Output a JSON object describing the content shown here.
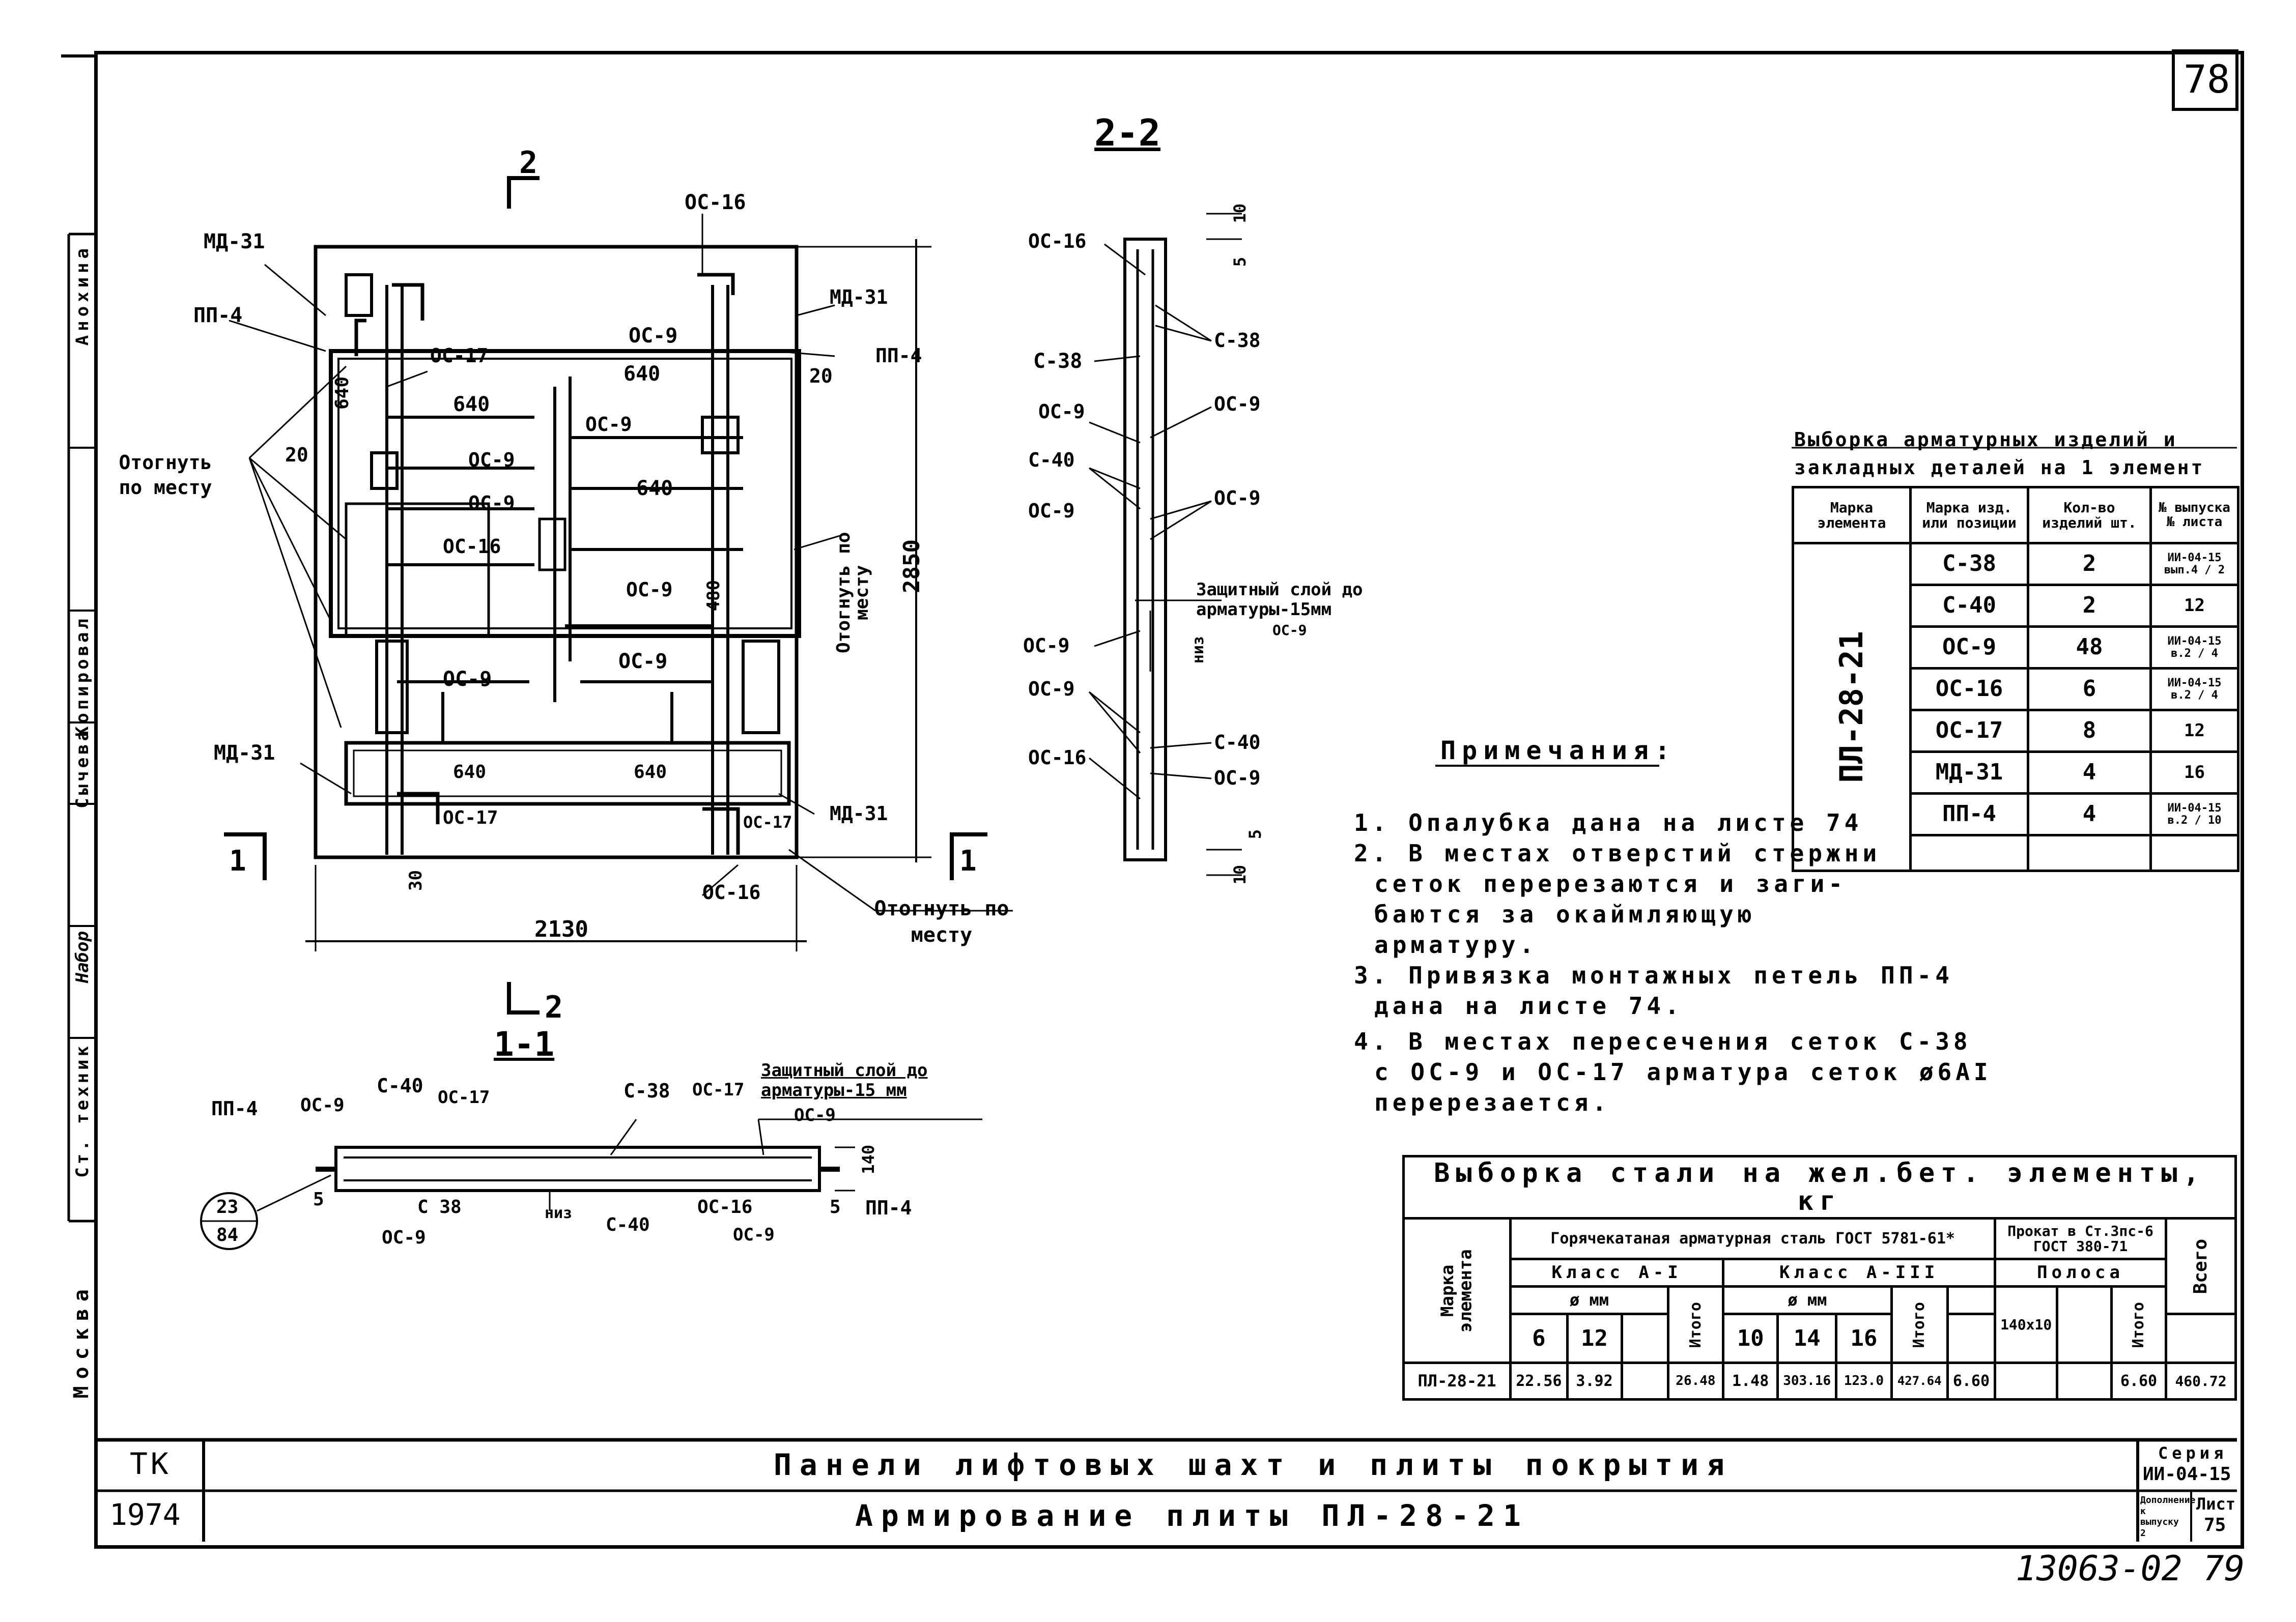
{
  "sheet": {
    "page_number": "78",
    "stamp_number": "13063-02 79",
    "city": "Москва"
  },
  "side_stamp": {
    "position": "Ст. техник",
    "name1": "Набор",
    "role2": "Сычева",
    "role3": "Копировал",
    "name4": "Анохина"
  },
  "section_labels": {
    "section_2_2": "2-2",
    "section_1_1": "1-1",
    "cut_2_top": "2",
    "cut_2_bottom": "2",
    "cut_1_left": "1",
    "cut_1_right": "1"
  },
  "plan_labels": {
    "md31_tl": "МД-31",
    "pp4_tl": "ПП-4",
    "os17_tl": "ОС-17",
    "os16_top": "ОС-16",
    "os9_top": "ОС-9",
    "md31_tr": "МД-31",
    "pp4_tr": "ПП-4",
    "dim20_r": "20",
    "dim640_a": "640",
    "dim640_b": "640",
    "os9_b": "ОС-9",
    "dim640_c": "640",
    "os9_c": "ОС-9",
    "os9_d": "ОС-9",
    "os16_mid": "ОС-16",
    "os9_e": "ОС-9",
    "os9_f": "ОС-9",
    "os9_g": "ОС-9",
    "dim640_d": "640",
    "dim640_e": "640",
    "md31_bl": "МД-31",
    "md31_br": "МД-31",
    "os17_bl": "ОС-17",
    "os17_br": "ОС-17",
    "os16_bot": "ОС-16",
    "dim20_l": "20",
    "dim640_v": "640",
    "dim480": "480",
    "dim30": "30",
    "bend_left": "Отогнуть по месту",
    "bend_right_v": "Отогнуть по месту",
    "bend_bottom": "Отогнуть по месту",
    "dim2850": "2850",
    "dim2130": "2130"
  },
  "sec22_labels": {
    "os16_a": "ОС-16",
    "s38_a": "С-38",
    "s38_b": "С-38",
    "os9_a": "ОС-9",
    "os9_b": "ОС-9",
    "s40_a": "С-40",
    "os9_c": "ОС-9",
    "os9_d": "ОС-9",
    "cover": "Защитный слой до арматуры-15мм",
    "cover_sub": "ОС-9",
    "niz": "низ",
    "os9_e": "ОС-9",
    "os9_f": "ОС-9",
    "s40_b": "С-40",
    "os16_b": "ОС-16",
    "os9_g": "ОС-9",
    "dim10_top": "10",
    "dim5_top": "5",
    "dim10_bot": "10",
    "dim5_bot": "5"
  },
  "sec11_labels": {
    "pp4_l": "ПП-4",
    "os9_l": "ОС-9",
    "s40_a": "С-40",
    "os17_a": "ОС-17",
    "s38_t": "С-38",
    "os17_b": "ОС-17",
    "cover": "Защитный слой до арматуры-15 мм",
    "os9_r": "ОС-9",
    "dim140": "140",
    "dim5_l": "5",
    "s38_b": "С 38",
    "os9_b": "ОС-9",
    "niz": "низ",
    "s40_b": "С-40",
    "os16": "ОС-16",
    "os9_c": "ОС-9",
    "dim5_r": "5",
    "pp4_r": "ПП-4",
    "ref_top": "23",
    "ref_bot": "84"
  },
  "notes": {
    "title": "Примечания:",
    "lines": [
      "1. Опалубка дана на листе 74",
      "2. В местах отверстий стержни",
      "сеток перерезаются и заги-",
      "баются за окаймляющую",
      "арматуру.",
      "3. Привязка монтажных петель ПП-4",
      "дана на листе 74.",
      "4. В местах пересечения сеток С-38",
      "с ОС-9 и ОС-17 арматура сеток ø6АI",
      "перерезается."
    ]
  },
  "rebar_table": {
    "title1": "Выборка арматурных изделий и",
    "title2": "закладных деталей на 1 элемент",
    "h_mark": "Марка элемента",
    "h_item": "Марка изд. или позиции",
    "h_qty": "Кол-во изделий шт.",
    "h_sheet": "№ выпуска № листа",
    "element": "ПЛ-28-21",
    "rows": [
      {
        "item": "С-38",
        "qty": "2",
        "sheet": "ИИ-04-15 вып.4 / 2"
      },
      {
        "item": "С-40",
        "qty": "2",
        "sheet": "12"
      },
      {
        "item": "ОС-9",
        "qty": "48",
        "sheet": "ИИ-04-15 в.2 / 4"
      },
      {
        "item": "ОС-16",
        "qty": "6",
        "sheet": "ИИ-04-15 в.2 / 4"
      },
      {
        "item": "ОС-17",
        "qty": "8",
        "sheet": "12"
      },
      {
        "item": "МД-31",
        "qty": "4",
        "sheet": "16"
      },
      {
        "item": "ПП-4",
        "qty": "4",
        "sheet": "ИИ-04-15 в.2 / 10"
      }
    ]
  },
  "steel_table": {
    "title": "Выборка стали на жел.бет. элементы, кг",
    "h_mark": "Марка элемента",
    "h_hot": "Горячекатаная арматурная сталь ГОСТ 5781-61*",
    "h_rolled": "Прокат в Ст.3пс-6 ГОСТ 380-71",
    "h_class1": "Класс А-I",
    "h_class3": "Класс А-III",
    "h_strip": "Полоса",
    "h_diam1": "ø мм",
    "h_diam3": "ø мм",
    "h_total": "Итого",
    "h_total2": "Итого",
    "h_total3": "Итого",
    "h_all": "Всего",
    "d1": "6",
    "d2": "12",
    "d3": "10",
    "d4": "14",
    "d5": "16",
    "strip": "140x10",
    "row": {
      "mark": "ПЛ-28-21",
      "v6": "22.56",
      "v12": "3.92",
      "t1": "26.48",
      "v10": "1.48",
      "v14": "303.16",
      "v16": "123.0",
      "t2": "427.64",
      "vstrip": "6.60",
      "t3": "6.60",
      "all": "460.72"
    }
  },
  "title_block": {
    "org": "ТК",
    "year": "1974",
    "title1": "Панели лифтовых шахт и плиты покрытия",
    "title2": "Армирование плиты ПЛ-28-21",
    "series_label": "Серия",
    "series_value": "ИИ-04-15",
    "issue_label": "Дополнение к выпуску 2",
    "sheet_label": "Лист",
    "sheet_value": "75"
  }
}
